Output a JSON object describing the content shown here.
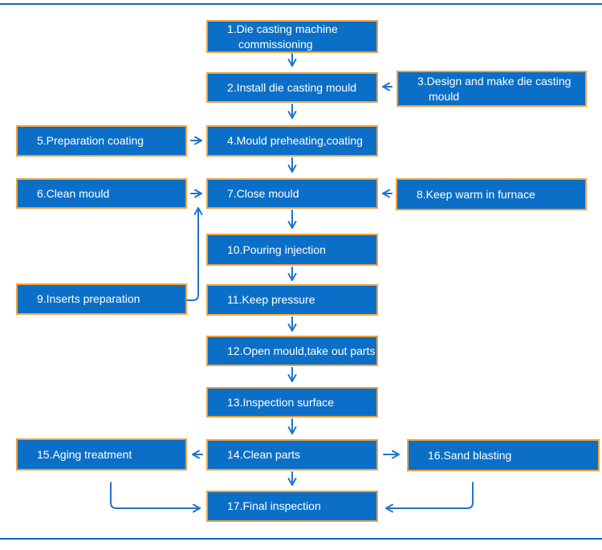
{
  "colors": {
    "box_fill": "#0b6fc7",
    "box_border": "#efa23c",
    "arrow": "#2273cb",
    "rule": "#1467c6",
    "text": "#ffffff"
  },
  "flowchart": {
    "boxes": [
      {
        "label": "1.Die casting machine\ncommissioning"
      },
      {
        "label": "2.Install die casting mould"
      },
      {
        "label": "3.Design and make die casting\nmould"
      },
      {
        "label": "4.Mould preheating,coating"
      },
      {
        "label": "5.Preparation coating"
      },
      {
        "label": "6.Clean mould"
      },
      {
        "label": "7.Close mould"
      },
      {
        "label": "8.Keep warm in furnace"
      },
      {
        "label": "9.Inserts preparation"
      },
      {
        "label": "10.Pouring injection"
      },
      {
        "label": "11.Keep pressure"
      },
      {
        "label": "12.Open mould,take out parts"
      },
      {
        "label": "13.Inspection surface"
      },
      {
        "label": "14.Clean parts"
      },
      {
        "label": "15.Aging treatment"
      },
      {
        "label": "16.Sand blasting"
      },
      {
        "label": "17.Final inspection"
      }
    ],
    "edges": [
      {
        "from": "1",
        "to": "2"
      },
      {
        "from": "3",
        "to": "2"
      },
      {
        "from": "2",
        "to": "4"
      },
      {
        "from": "5",
        "to": "4"
      },
      {
        "from": "4",
        "to": "7"
      },
      {
        "from": "6",
        "to": "7"
      },
      {
        "from": "8",
        "to": "7"
      },
      {
        "from": "9",
        "to": "7"
      },
      {
        "from": "7",
        "to": "10"
      },
      {
        "from": "10",
        "to": "11"
      },
      {
        "from": "11",
        "to": "12"
      },
      {
        "from": "12",
        "to": "13"
      },
      {
        "from": "13",
        "to": "14"
      },
      {
        "from": "14",
        "to": "15"
      },
      {
        "from": "14",
        "to": "16"
      },
      {
        "from": "14",
        "to": "17"
      },
      {
        "from": "15",
        "to": "17"
      },
      {
        "from": "16",
        "to": "17"
      }
    ]
  }
}
